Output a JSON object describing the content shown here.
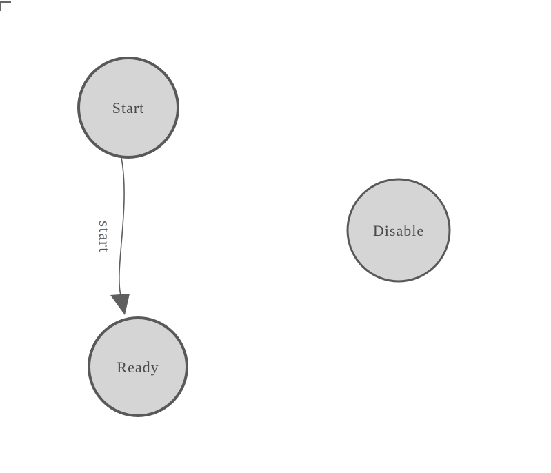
{
  "diagram": {
    "kind": "state-diagram",
    "nodes": [
      {
        "id": "start",
        "label": "Start"
      },
      {
        "id": "ready",
        "label": "Ready"
      },
      {
        "id": "disable",
        "label": "Disable"
      }
    ],
    "edges": [
      {
        "from": "start",
        "to": "ready",
        "label": "start"
      }
    ],
    "colors": {
      "background": "#ffffff",
      "node_fill": "#d5d5d5",
      "node_stroke": "#595959",
      "node_label": "#4a4a4a",
      "edge_stroke": "#5f5f5f",
      "edge_label": "#515a62",
      "origin_corner": "#666666"
    },
    "icons": [
      {
        "name": "arrowhead-icon",
        "meaning": "filled triangle pointing at Ready node"
      },
      {
        "name": "canvas-origin-corner",
        "meaning": "L-shaped corner mark at top-left of canvas"
      }
    ]
  }
}
